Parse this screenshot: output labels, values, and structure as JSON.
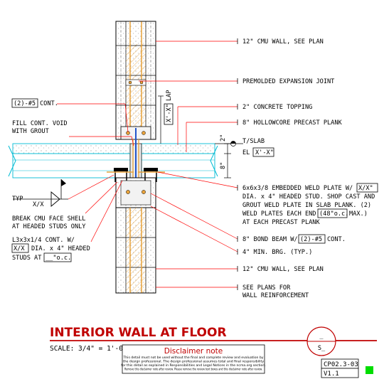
{
  "callouts": {
    "cmu_top": "12\" CMU WALL, SEE PLAN",
    "expansion_joint": "PREMOLDED EXPANSION JOINT",
    "topping": "2\" CONCRETE TOPPING",
    "plank": "8\" HOLLOWCORE PRECAST PLANK",
    "tslab": "T/SLAB",
    "el_prefix": "EL",
    "el_value": "X'-X\"",
    "rebar_cont_box": "(2)-#5",
    "rebar_cont_suffix": "CONT.",
    "fill_void_1": "FILL CONT. VOID",
    "fill_void_2": "WITH GROUT",
    "lap_box": "X'-X\"",
    "lap_text": "LAP",
    "dim_2": "2\"",
    "dim_8": "8\"",
    "typ": "TYP",
    "xx_weld": "X/X",
    "break_cmu_1": "BREAK CMU FACE SHELL",
    "break_cmu_2": "AT HEADED STUDS ONLY",
    "angle_1": "L3x3x1/4 CONT. W/",
    "angle_box": "X/X",
    "angle_2_suffix": "DIA. x 4\" HEADED",
    "angle_3_prefix": "STUDS AT",
    "angle_3_box": "__\"o.c.",
    "weld_plate_1_prefix": "6x6x3/8 EMBEDDED WELD PLATE W/",
    "weld_plate_1_box": "X/X\"",
    "weld_plate_2": "DIA. x 4\" HEADED STUD. SHOP CAST AND",
    "weld_plate_3": "GROUT WELD PLATE IN SLAB PLANK. (2)",
    "weld_plate_4_prefix": "WELD PLATES EACH END",
    "weld_plate_4_box": "(48\"o.c.",
    "weld_plate_4_suffix": "MAX.)",
    "weld_plate_5": "AT EACH PRECAST PLANK",
    "bond_beam_prefix": "8\" BOND BEAM W/",
    "bond_beam_box": "(2)-#5",
    "bond_beam_suffix": "CONT.",
    "bearing": "4\" MIN. BRG. (TYP.)",
    "cmu_bottom": "12\" CMU WALL, SEE PLAN",
    "see_plans_1": "SEE PLANS FOR",
    "see_plans_2": "WALL REINFORCEMENT"
  },
  "title_block": {
    "title": "INTERIOR WALL AT FLOOR",
    "scale": "SCALE: 3/4\" = 1'-0\"",
    "disclaimer_title": "Disclaimer note",
    "disclaimer_lines": [
      "This detail must not be used without the final and complete review and evaluation by",
      "the design professional. The design professional assumes total and final responsibility",
      "for this detail as explained in Responsibilities and Legal Notices in the ncma.org section.",
      "Remove this disclaimer note after review. Please remove the review text boxes and this disclaimer note after review."
    ],
    "bubble_top": "_",
    "bubble_bottom": "S_",
    "sheet_number": "CP02.3-03",
    "version": "V1.1"
  },
  "colors": {
    "title_red": "#c00000",
    "leader_red": "#ff0000",
    "rebar_orange": "#e8a23a",
    "plank_cyan": "#00bcd4",
    "status_green": "#00dd00"
  }
}
